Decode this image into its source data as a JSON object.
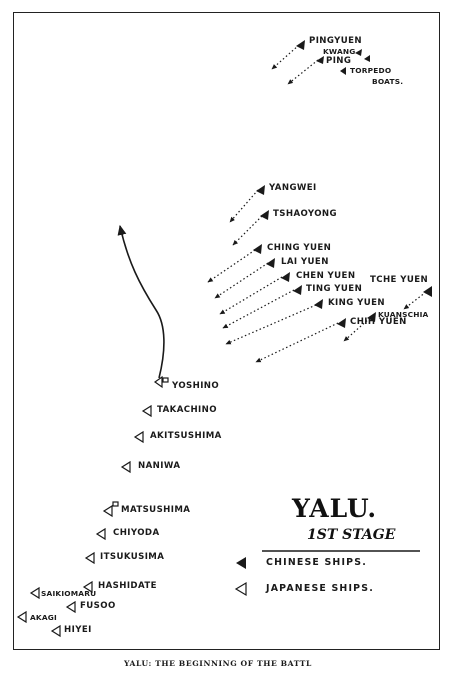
{
  "chinese_ships": [
    {
      "key": "pingyuen",
      "label": "PINGYUEN"
    },
    {
      "key": "kwang",
      "label": "KWANG"
    },
    {
      "key": "ping",
      "label": "PING"
    },
    {
      "key": "torpedo",
      "label": "TORPEDO"
    },
    {
      "key": "boats",
      "label": "BOATS."
    },
    {
      "key": "yangwei",
      "label": "YANGWEI"
    },
    {
      "key": "tshaoyong",
      "label": "TSHAOYONG"
    },
    {
      "key": "chingyuen",
      "label": "CHING YUEN"
    },
    {
      "key": "laiyuen",
      "label": "LAI YUEN"
    },
    {
      "key": "chenyuen",
      "label": "CHEN YUEN"
    },
    {
      "key": "tingyuen",
      "label": "TING YUEN"
    },
    {
      "key": "kingyuen",
      "label": "KING YUEN"
    },
    {
      "key": "chihyuen",
      "label": "CHIH YUEN"
    },
    {
      "key": "tcheyuen",
      "label": "TCHE YUEN"
    },
    {
      "key": "kuanschia",
      "label": "KUANSCHIA"
    }
  ],
  "japanese_ships": [
    {
      "key": "yoshino",
      "label": "YOSHINO"
    },
    {
      "key": "takachino",
      "label": "TAKACHINO"
    },
    {
      "key": "akitsushima",
      "label": "AKITSUSHIMA"
    },
    {
      "key": "naniwa",
      "label": "NANIWA"
    },
    {
      "key": "matsushima",
      "label": "MATSUSHIMA"
    },
    {
      "key": "chiyoda",
      "label": "CHIYODA"
    },
    {
      "key": "itsukusima",
      "label": "ITSUKUSIMA"
    },
    {
      "key": "hashidate",
      "label": "HASHIDATE"
    },
    {
      "key": "saikiomaru",
      "label": "SAIKIOMARU"
    },
    {
      "key": "fusoo",
      "label": "FUSOO"
    },
    {
      "key": "akagi",
      "label": "AKAGI"
    },
    {
      "key": "hiyei",
      "label": "HIYEI"
    }
  ],
  "legend": {
    "title": "YALU.",
    "subtitle": "1ST STAGE",
    "chinese_label": "CHINESE SHIPS.",
    "japanese_label": "JAPANESE SHIPS."
  },
  "caption": "YALU: THE BEGINNING OF THE BATTL",
  "colors": {
    "ink": "#1a1a1a",
    "paper": "#ffffff"
  },
  "icons": {
    "chinese_ship": "filled-triangle-icon",
    "japanese_ship": "hollow-triangle-icon",
    "course": "arrow-icon"
  }
}
